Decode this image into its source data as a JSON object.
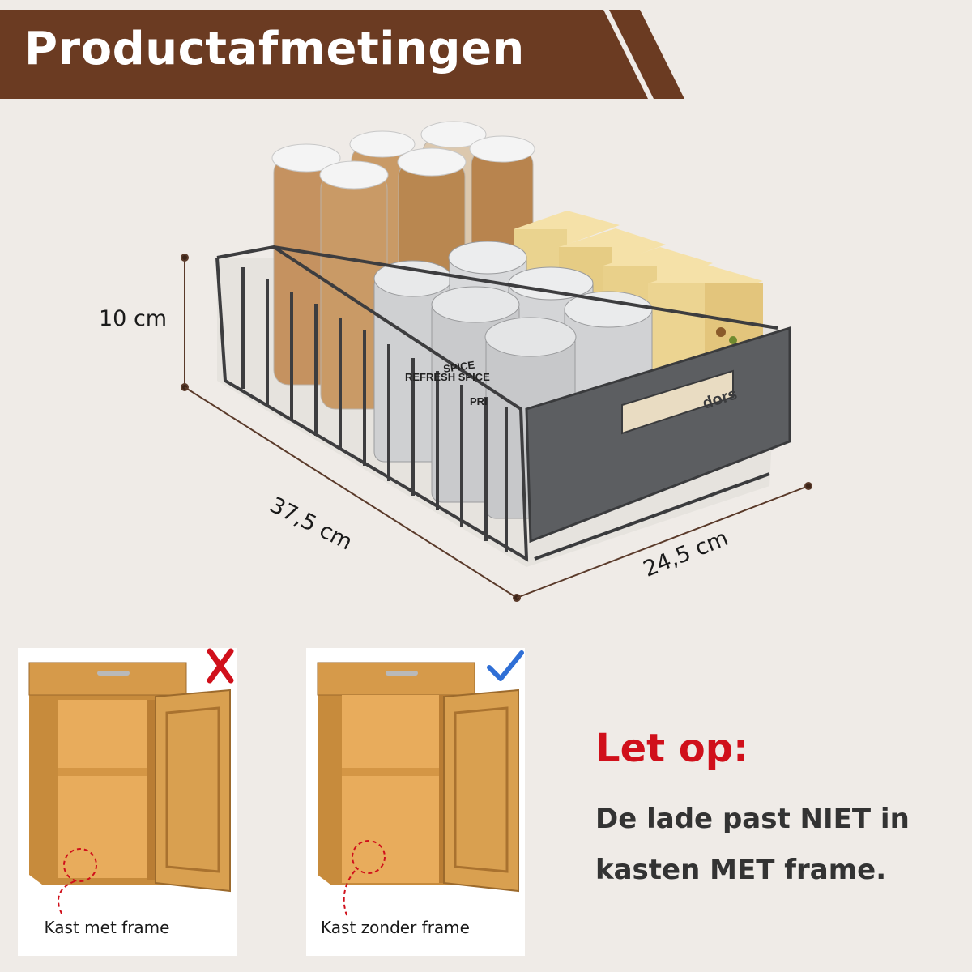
{
  "header": {
    "title": "Productafmetingen"
  },
  "dimensions": {
    "height": "10 cm",
    "length": "37,5 cm",
    "width": "24,5 cm"
  },
  "product": {
    "jar_labels": [
      "SPICE",
      "REFRESH SPICE",
      "PRI",
      "dors"
    ]
  },
  "cabinets": [
    {
      "caption": "Kast met frame",
      "status": "incorrect",
      "mark_icon": "cross-icon",
      "mark_color": "#d0101b"
    },
    {
      "caption": "Kast zonder frame",
      "status": "correct",
      "mark_icon": "checkmark-icon",
      "mark_color": "#2f6fd6"
    }
  ],
  "notice": {
    "title": "Let op:",
    "text": "De lade past NIET in kasten MET frame."
  },
  "colors": {
    "banner": "#6b3b22",
    "background": "#efebe7",
    "warning": "#d0101b",
    "check": "#2f6fd6"
  }
}
